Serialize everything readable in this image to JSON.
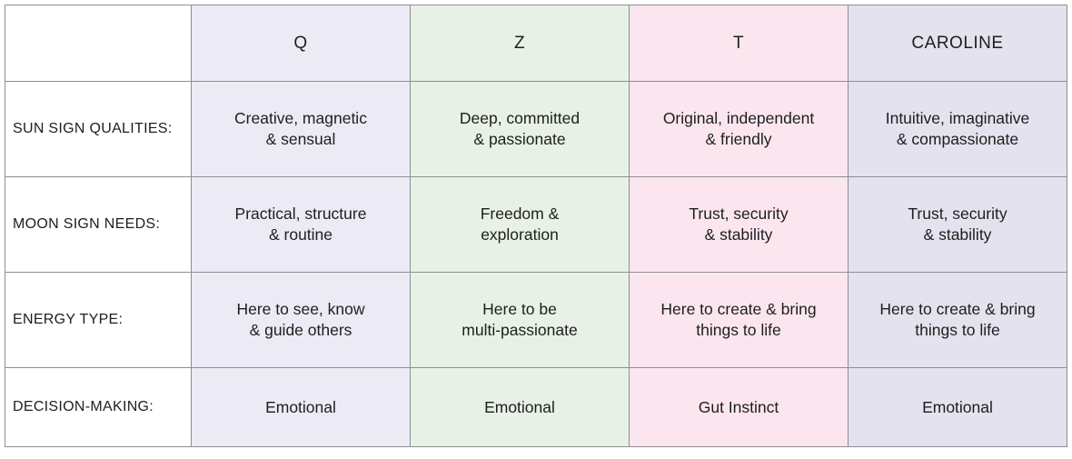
{
  "columns": [
    "Q",
    "Z",
    "T",
    "CAROLINE"
  ],
  "colors": {
    "q_bg": "#eceaf4",
    "z_bg": "#e8f1e6",
    "t_bg": "#fbe6ef",
    "caroline_bg": "#e3e2ee",
    "border": "#8f8f8f"
  },
  "rows": [
    {
      "label": "SUN SIGN QUALITIES:",
      "cells": [
        [
          "Creative, magnetic",
          "& sensual"
        ],
        [
          "Deep, committed",
          "& passionate"
        ],
        [
          "Original, independent",
          "& friendly"
        ],
        [
          "Intuitive, imaginative",
          "& compassionate"
        ]
      ]
    },
    {
      "label": "MOON SIGN NEEDS:",
      "cells": [
        [
          "Practical, structure",
          "& routine"
        ],
        [
          "Freedom &",
          "exploration"
        ],
        [
          "Trust, security",
          "& stability"
        ],
        [
          "Trust, security",
          "& stability"
        ]
      ]
    },
    {
      "label": "ENERGY TYPE:",
      "cells": [
        [
          "Here to see, know",
          "& guide others"
        ],
        [
          "Here to be",
          "multi-passionate"
        ],
        [
          "Here to create & bring",
          "things to life"
        ],
        [
          "Here to create & bring",
          "things to life"
        ]
      ]
    },
    {
      "label": "DECISION-MAKING:",
      "cells": [
        [
          "Emotional",
          ""
        ],
        [
          "Emotional",
          ""
        ],
        [
          "Gut Instinct",
          ""
        ],
        [
          "Emotional",
          ""
        ]
      ]
    }
  ]
}
